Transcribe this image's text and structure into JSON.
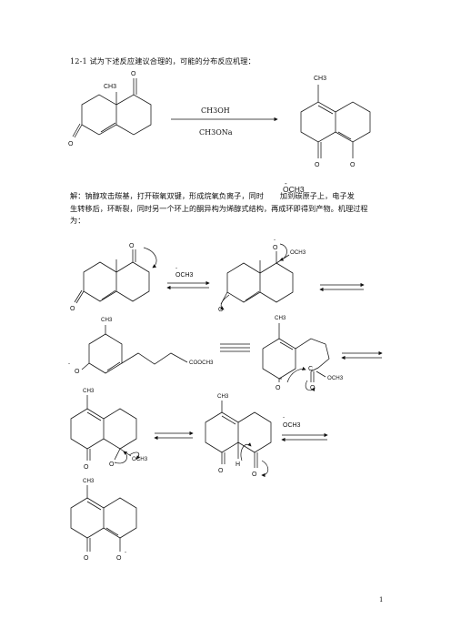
{
  "question": "12-1 试为下述反应建议合理的，可能的分布反应机理：",
  "reagents": {
    "top": "CH3OH",
    "bottom": "CH3ONa"
  },
  "answer": {
    "line1a": "解：钠醇攻击羰基，打开碳氧双键，形成烷氧负离子，同时",
    "line1b": "加到碳原子上，电子发",
    "line2": "生转移后，环断裂，同时另一个环上的酮异构为烯醇式结构，再成环即得到产物。机理过程",
    "line3": "为："
  },
  "inline_ion": "OCH3",
  "labels": {
    "o": "O",
    "ch3": "CH3",
    "och3": "OCH3",
    "cooch3": "COOCH3",
    "c": "C",
    "h": "H",
    "minus": "-"
  },
  "page_number": "1"
}
